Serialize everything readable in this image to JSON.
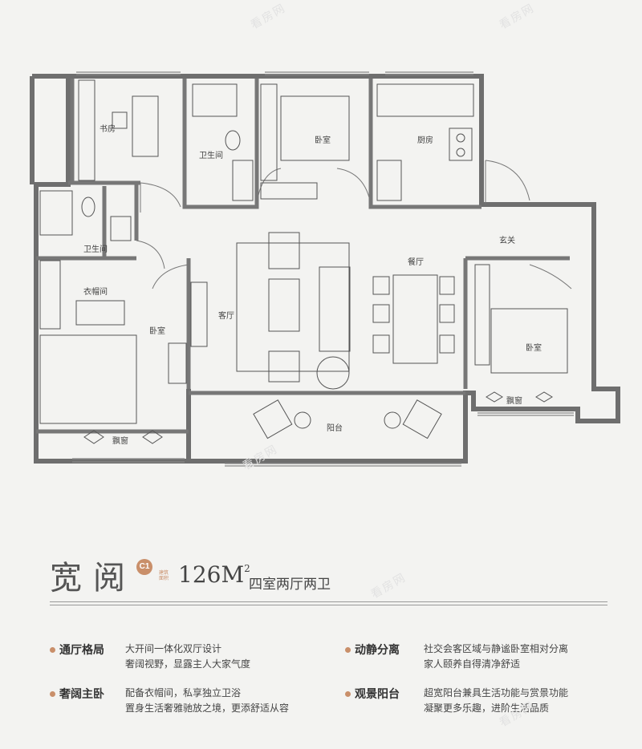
{
  "rooms": {
    "study": "书房",
    "bath1": "卫生间",
    "bedroom1": "卧室",
    "kitchen": "厨房",
    "bath2": "卫生间",
    "cloakroom": "衣帽间",
    "bedroom2": "卧室",
    "living": "客厅",
    "dining": "餐厅",
    "foyer": "玄关",
    "bedroom3": "卧室",
    "balcony": "阳台",
    "bay_window_left": "飘窗",
    "bay_window_right": "飘窗"
  },
  "title": {
    "name": "宽阅",
    "badge": "C1",
    "area_tag": "建筑面积",
    "area": "126M",
    "area_sup": "2",
    "layout": "四室两厅两卫"
  },
  "features": [
    {
      "heading": "通厅格局",
      "lines": [
        "大开间一体化双厅设计",
        "奢阔视野，显露主人大家气度"
      ]
    },
    {
      "heading": "动静分离",
      "lines": [
        "社交会客区域与静谧卧室相对分离",
        "家人颐养自得清净舒适"
      ]
    },
    {
      "heading": "奢阔主卧",
      "lines": [
        "配备衣帽间，私享独立卫浴",
        "置身生活奢雅驰放之境，更添舒适从容"
      ]
    },
    {
      "heading": "观景阳台",
      "lines": [
        "超宽阳台兼具生活功能与赏景功能",
        "凝聚更多乐趣，进阶生活品质"
      ]
    }
  ],
  "watermark": "看房网",
  "colors": {
    "wall": "#6e6e6e",
    "accent": "#c98f6a",
    "background": "#f3f3f1"
  }
}
